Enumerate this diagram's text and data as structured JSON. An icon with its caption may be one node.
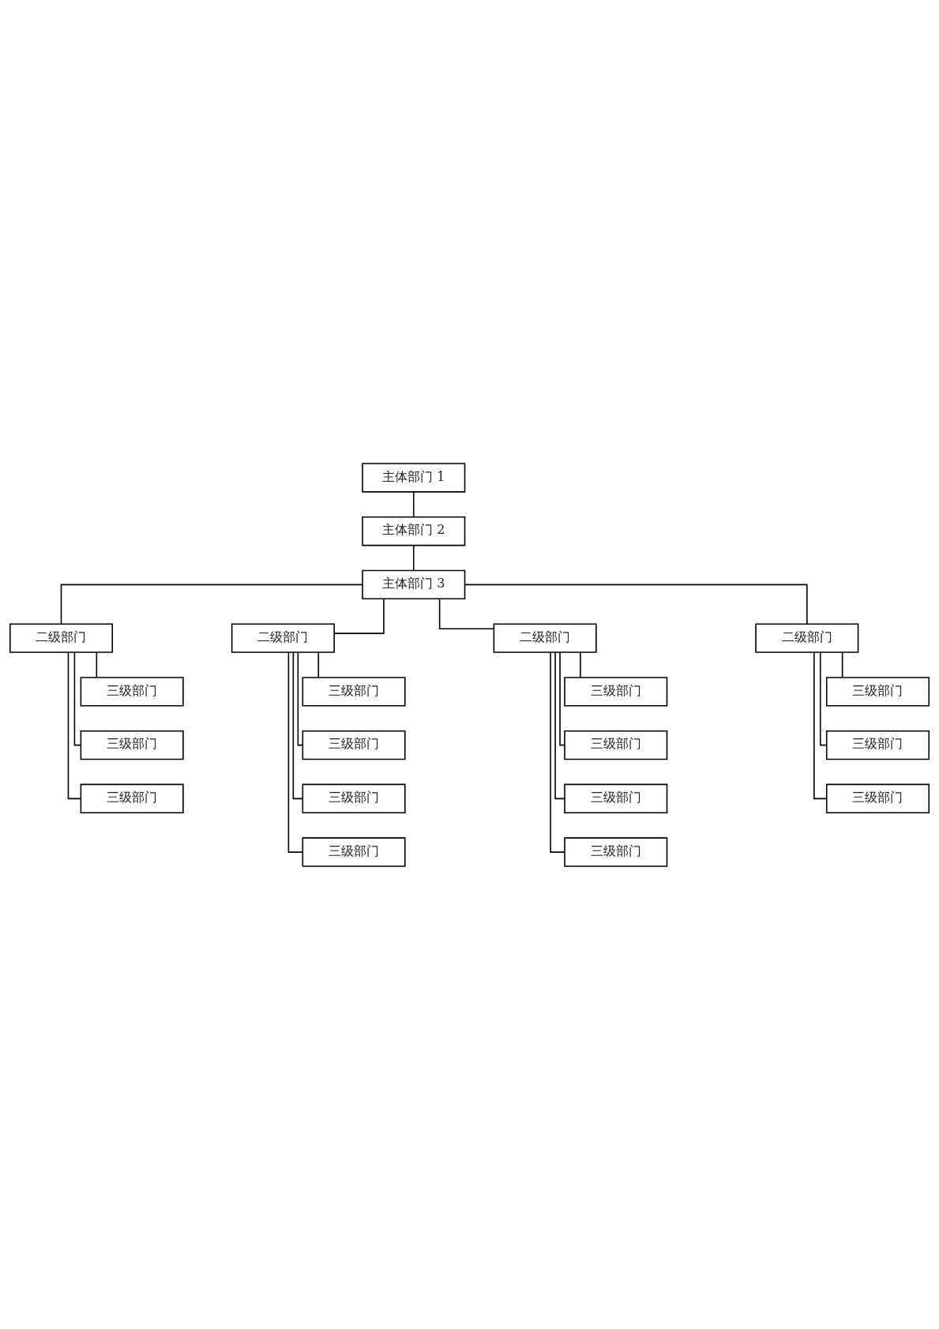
{
  "diagram": {
    "nodes": [
      {
        "text": [
          "主体部门 1"
        ]
      },
      {
        "text": [
          "主体部门 2"
        ]
      },
      {
        "text": [
          "主体部门 3"
        ]
      },
      {
        "text": [
          "二级部门"
        ]
      },
      {
        "text": [
          "三级部门"
        ]
      },
      {
        "text": [
          "三级部门"
        ]
      },
      {
        "text": [
          "三级部门"
        ]
      },
      {
        "text": [
          "二级部门"
        ]
      },
      {
        "text": [
          "三级部门"
        ]
      },
      {
        "text": [
          "三级部门"
        ]
      },
      {
        "text": [
          "三级部门"
        ]
      },
      {
        "text": [
          "三级部门"
        ]
      },
      {
        "text": [
          "二级部门"
        ]
      },
      {
        "text": [
          "三级部门"
        ]
      },
      {
        "text": [
          "三级部门"
        ]
      },
      {
        "text": [
          "三级部门"
        ]
      },
      {
        "text": [
          "三级部门"
        ]
      },
      {
        "text": [
          "二级部门"
        ]
      },
      {
        "text": [
          "三级部门"
        ]
      },
      {
        "text": [
          "三级部门"
        ]
      },
      {
        "text": [
          "三级部门"
        ]
      }
    ],
    "edges": [
      {
        "from": 0,
        "to": 1,
        "arrow": "none"
      },
      {
        "from": 1,
        "to": 2,
        "arrow": "none"
      },
      {
        "from": 2,
        "to": 3,
        "arrow": "none"
      },
      {
        "from": 2,
        "to": 7,
        "arrow": "none"
      },
      {
        "from": 2,
        "to": 12,
        "arrow": "none"
      },
      {
        "from": 2,
        "to": 17,
        "arrow": "none"
      },
      {
        "from": 3,
        "to": 4,
        "arrow": "none"
      },
      {
        "from": 3,
        "to": 5,
        "arrow": "none"
      },
      {
        "from": 3,
        "to": 6,
        "arrow": "none"
      },
      {
        "from": 7,
        "to": 8,
        "arrow": "none"
      },
      {
        "from": 7,
        "to": 9,
        "arrow": "none"
      },
      {
        "from": 7,
        "to": 10,
        "arrow": "none"
      },
      {
        "from": 7,
        "to": 11,
        "arrow": "none"
      },
      {
        "from": 12,
        "to": 13,
        "arrow": "none"
      },
      {
        "from": 12,
        "to": 14,
        "arrow": "none"
      },
      {
        "from": 12,
        "to": 15,
        "arrow": "none"
      },
      {
        "from": 12,
        "to": 16,
        "arrow": "none"
      },
      {
        "from": 17,
        "to": 18,
        "arrow": "none"
      },
      {
        "from": 17,
        "to": 19,
        "arrow": "none"
      },
      {
        "from": 17,
        "to": 20,
        "arrow": "none"
      }
    ]
  }
}
